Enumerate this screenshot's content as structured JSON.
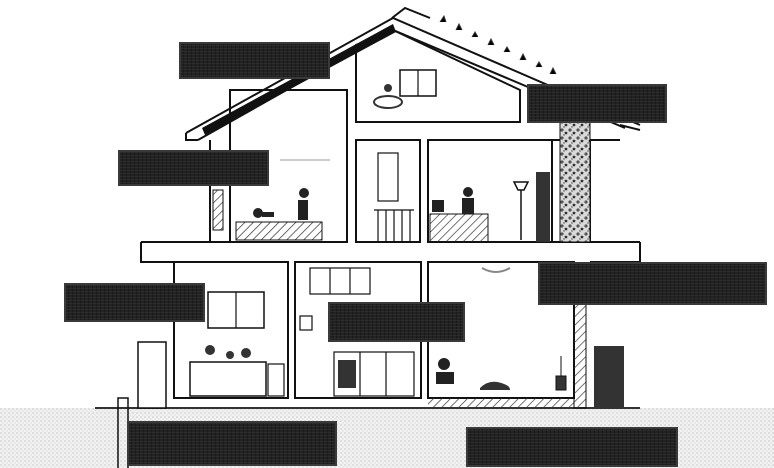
{
  "diagram": {
    "labels": [
      {
        "id": "roof-solar",
        "text": ""
      },
      {
        "id": "attic-room",
        "text": ""
      },
      {
        "id": "upper-left-room",
        "text": ""
      },
      {
        "id": "ground-left-room",
        "text": ""
      },
      {
        "id": "kitchen",
        "text": ""
      },
      {
        "id": "living-room",
        "text": ""
      },
      {
        "id": "underground-left",
        "text": ""
      },
      {
        "id": "underground-right",
        "text": ""
      }
    ]
  }
}
